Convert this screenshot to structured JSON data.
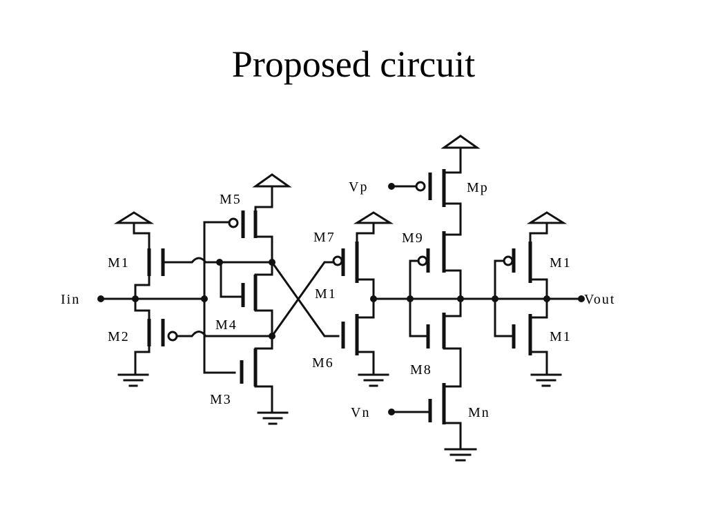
{
  "title": "Proposed circuit",
  "labels": {
    "m5": "M5",
    "m1_left": "M1",
    "m2": "M2",
    "m4": "M4",
    "m3": "M3",
    "m7": "M7",
    "m1_mid": "M1",
    "m6": "M6",
    "m9": "M9",
    "m8": "M8",
    "mp": "Mp",
    "mn": "Mn",
    "m1_right_top": "M1",
    "m1_right_bot": "M1",
    "iin": "Iin",
    "vout": "Vout",
    "vp": "Vp",
    "vn": "Vn"
  }
}
